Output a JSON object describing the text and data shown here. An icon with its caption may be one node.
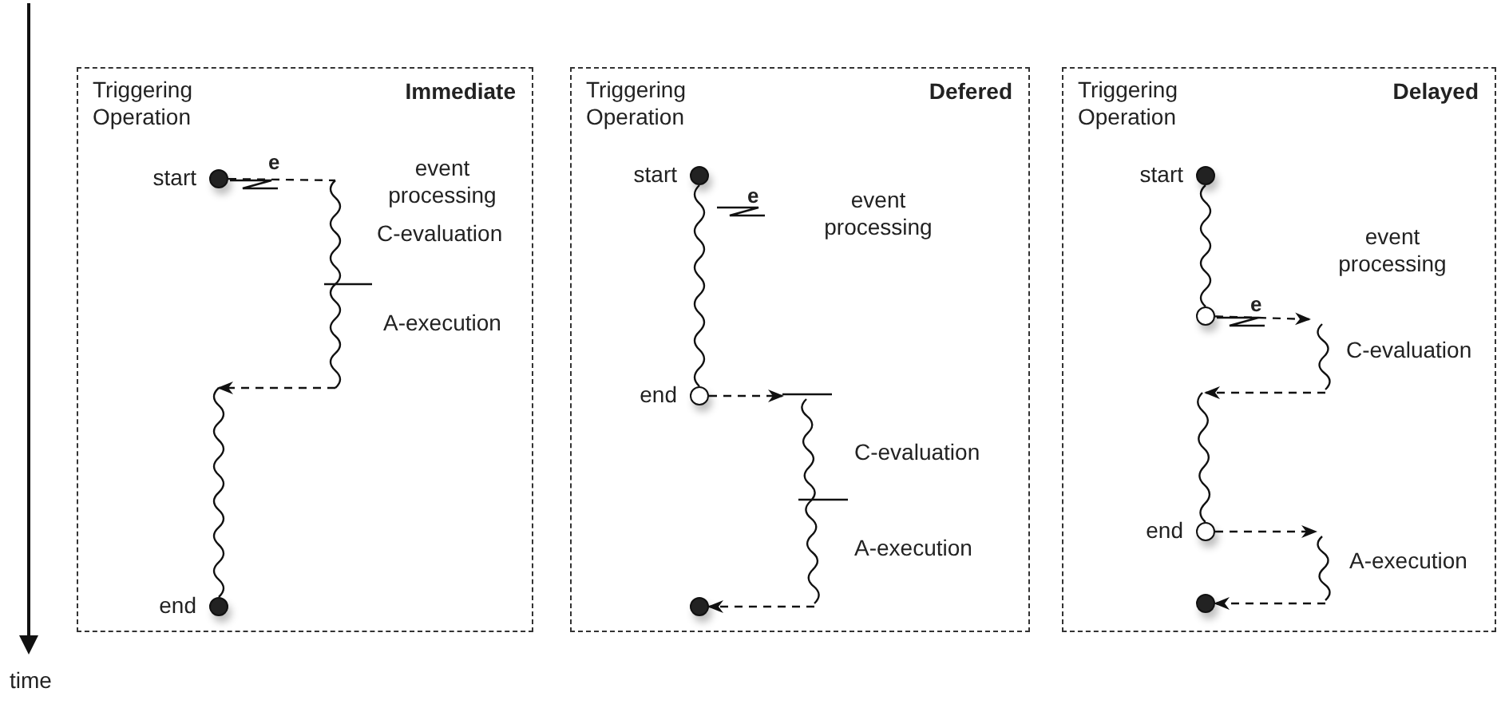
{
  "diagram": {
    "nodes": [
      {
        "text": [
          "Triggering Operation",
          "Immediate"
        ]
      },
      {
        "text": [],
        "shape": "circle",
        "in": 0,
        "beside": [
          "start"
        ]
      },
      {
        "text": [],
        "shape": "circle",
        "in": 0,
        "beside": [
          "end"
        ]
      },
      {
        "text": [
          "Triggering Operation",
          "Defered"
        ]
      },
      {
        "text": [],
        "shape": "circle",
        "in": 3,
        "beside": [
          "start"
        ]
      },
      {
        "text": [],
        "shape": "circle",
        "in": 3,
        "beside": [
          "end"
        ]
      },
      {
        "text": [],
        "shape": "circle",
        "in": 3
      },
      {
        "text": [
          "Triggering Operation",
          "Delayed"
        ]
      },
      {
        "text": [],
        "shape": "circle",
        "in": 7,
        "beside": [
          "start"
        ]
      },
      {
        "text": [],
        "shape": "circle",
        "in": 7
      },
      {
        "text": [],
        "shape": "circle",
        "in": 7,
        "beside": [
          "end"
        ]
      },
      {
        "text": [],
        "shape": "circle",
        "in": 7
      }
    ],
    "edges": [
      {
        "from": 1,
        "to": null,
        "arrow": "none",
        "style": "dashed"
      },
      {
        "from": null,
        "to": 2,
        "arrow": "none"
      },
      {
        "from": 4,
        "to": 5,
        "arrow": "none"
      },
      {
        "from": 5,
        "to": null,
        "arrow": "to",
        "style": "dashed"
      },
      {
        "from": null,
        "to": 6,
        "arrow": "to",
        "style": "dashed"
      },
      {
        "from": 8,
        "to": 9,
        "arrow": "none"
      },
      {
        "from": 9,
        "to": null,
        "arrow": "to",
        "style": "dashed"
      },
      {
        "from": null,
        "to": 10,
        "arrow": "none"
      },
      {
        "from": 10,
        "to": null,
        "arrow": "to",
        "style": "dashed"
      },
      {
        "from": null,
        "to": 11,
        "arrow": "to",
        "style": "dashed"
      }
    ],
    "labels": [
      "e",
      "event processing",
      "C-evaluation",
      "A-execution",
      "e",
      "event processing",
      "C-evaluation",
      "A-execution",
      "e",
      "event processing",
      "C-evaluation",
      "A-execution",
      "time"
    ]
  }
}
